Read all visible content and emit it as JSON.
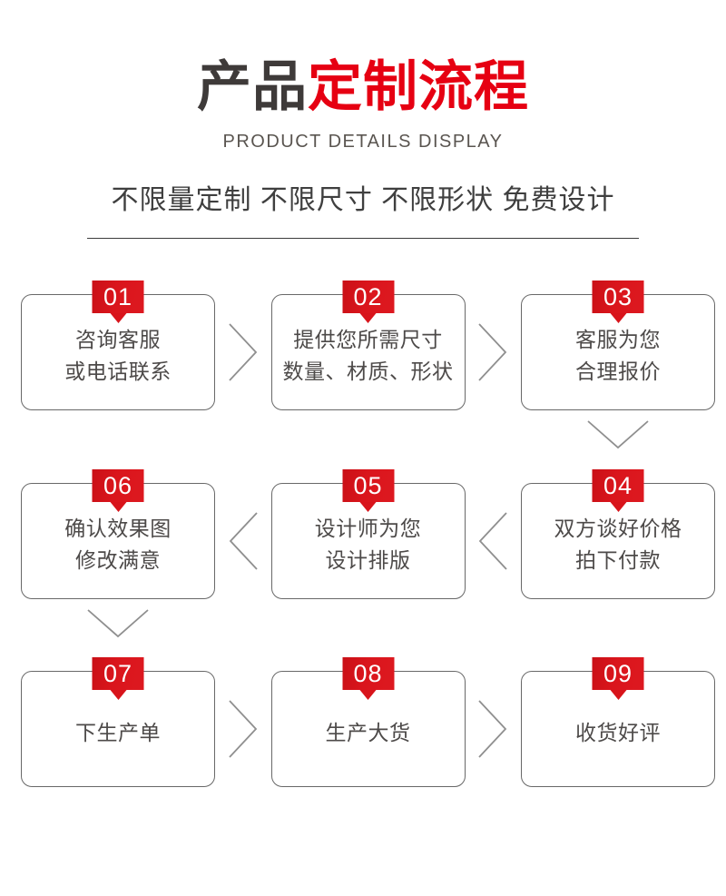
{
  "header": {
    "title_black": "产品",
    "title_red": "定制流程",
    "subtitle": "PRODUCT DETAILS DISPLAY",
    "tagline": "不限量定制 不限尺寸 不限形状 免费设计"
  },
  "colors": {
    "badge_red": "#d8141b",
    "title_red": "#e60012",
    "title_dark": "#3e3a39",
    "box_border_gray": "#686868",
    "arrow_gray": "#8f8f8f"
  },
  "steps": [
    {
      "number": "01",
      "line1": "咨询客服",
      "line2": "或电话联系"
    },
    {
      "number": "02",
      "line1": "提供您所需尺寸",
      "line2": "数量、材质、形状"
    },
    {
      "number": "03",
      "line1": "客服为您",
      "line2": "合理报价"
    },
    {
      "number": "04",
      "line1": "双方谈好价格",
      "line2": "拍下付款"
    },
    {
      "number": "05",
      "line1": "设计师为您",
      "line2": "设计排版"
    },
    {
      "number": "06",
      "line1": "确认效果图",
      "line2": "修改满意"
    },
    {
      "number": "07",
      "line1": "下生产单",
      "line2": ""
    },
    {
      "number": "08",
      "line1": "生产大货",
      "line2": ""
    },
    {
      "number": "09",
      "line1": "收货好评",
      "line2": ""
    }
  ]
}
